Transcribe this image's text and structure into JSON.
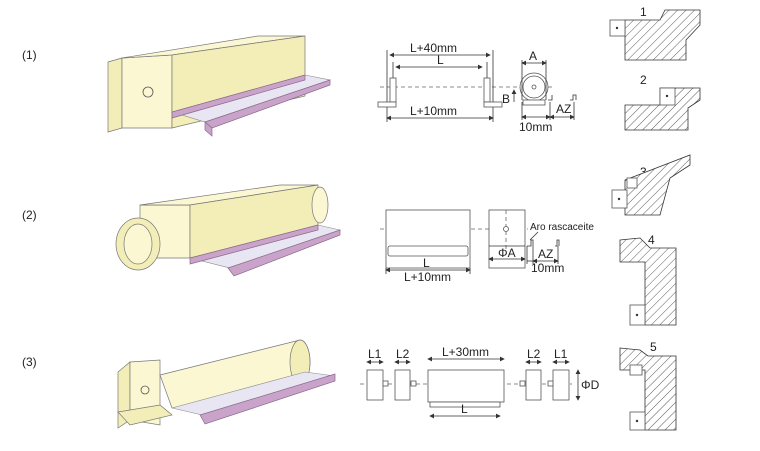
{
  "rows": [
    {
      "label": "(1)"
    },
    {
      "label": "(2)"
    },
    {
      "label": "(3)"
    }
  ],
  "diagram1": {
    "l_plus_40": "L+40mm",
    "l": "L",
    "l_plus_10": "L+10mm",
    "a": "A",
    "b": "B",
    "az": "AZ",
    "ten_mm": "10mm"
  },
  "diagram2": {
    "l": "L",
    "l_plus_10": "L+10mm",
    "phi_a": "ΦA",
    "aro": "Aro rascaceite",
    "az": "AZ",
    "ten_mm": "10mm"
  },
  "diagram3": {
    "l1_left": "L1",
    "l2_left": "L2",
    "l_plus_30": "L+30mm",
    "l2_right": "L2",
    "l1_right": "L1",
    "phi_d": "ΦD",
    "l": "L"
  },
  "mounting": [
    {
      "number": "1"
    },
    {
      "number": "2"
    },
    {
      "number": "3"
    },
    {
      "number": "4"
    },
    {
      "number": "5"
    }
  ]
}
